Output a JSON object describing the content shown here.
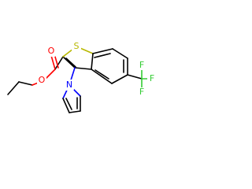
{
  "atoms": {
    "sulfur": "S",
    "oxygen_carbonyl": "O",
    "oxygen_ester": "O",
    "nitrogen": "N",
    "fluorine_top": "F",
    "fluorine_right": "F",
    "fluorine_bottom": "F"
  },
  "colors": {
    "bond": "#000000",
    "oxygen": "#ff0000",
    "nitrogen": "#0000ff",
    "sulfur": "#b8b800",
    "fluorine": "#33cc33"
  }
}
